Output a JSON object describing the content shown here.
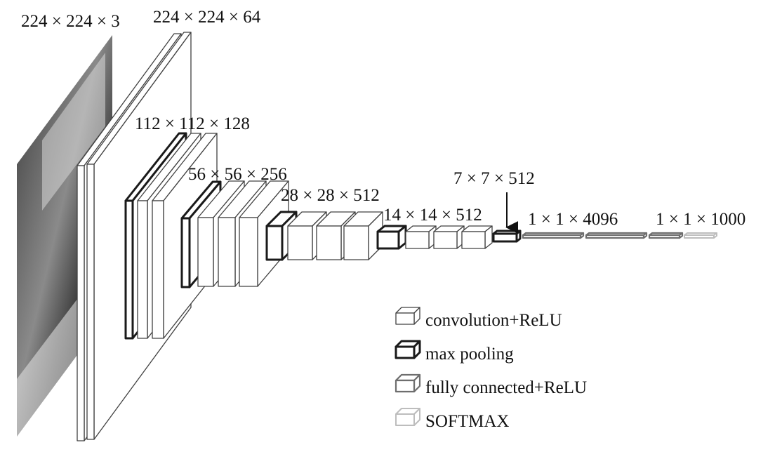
{
  "colors": {
    "stroke": "#404040",
    "face": "#ffffff",
    "pool_stroke": "#1a1a1a",
    "fc_stroke": "#6e6e6e",
    "softmax_stroke": "#bdbdbd",
    "photo_dark": "#2e2e2e",
    "photo_light": "#c8c8c8",
    "text": "#111111"
  },
  "input_image": {
    "kind": "photo",
    "icon": "street-photo-icon",
    "shape": "224 × 224 × 3"
  },
  "labels": {
    "input": "224 × 224 × 3",
    "block1": "224 × 224 × 64",
    "block2": "112 × 112 × 128",
    "block3": "56 × 56 × 256",
    "block4": "28 × 28 × 512",
    "block5": "14 × 14 × 512",
    "pool5": "7 × 7 × 512",
    "fc": "1 × 1 × 4096",
    "softmax": "1 × 1 × 1000"
  },
  "blocks": [
    {
      "id": "block1",
      "shape": "224 × 224 × 64",
      "layers": [
        "conv",
        "conv"
      ]
    },
    {
      "id": "block2",
      "shape": "112 × 112 × 128",
      "layers": [
        "pool",
        "conv",
        "conv"
      ]
    },
    {
      "id": "block3",
      "shape": "56 × 56 × 256",
      "layers": [
        "pool",
        "conv",
        "conv",
        "conv"
      ]
    },
    {
      "id": "block4",
      "shape": "28 × 28 × 512",
      "layers": [
        "pool",
        "conv",
        "conv",
        "conv"
      ]
    },
    {
      "id": "block5",
      "shape": "14 × 14 × 512",
      "layers": [
        "pool",
        "conv",
        "conv",
        "conv"
      ]
    },
    {
      "id": "pool5",
      "shape": "7 × 7 × 512",
      "layers": [
        "pool"
      ]
    },
    {
      "id": "fc",
      "shape": "1 × 1 × 4096",
      "layers": [
        "fc",
        "fc",
        "fc"
      ]
    },
    {
      "id": "softmax",
      "shape": "1 × 1 × 1000",
      "layers": [
        "softmax"
      ]
    }
  ],
  "legend": [
    {
      "type": "conv",
      "label": "convolution+ReLU"
    },
    {
      "type": "pool",
      "label": "max pooling"
    },
    {
      "type": "fc",
      "label": "fully connected+ReLU"
    },
    {
      "type": "softmax",
      "label": "SOFTMAX"
    }
  ]
}
